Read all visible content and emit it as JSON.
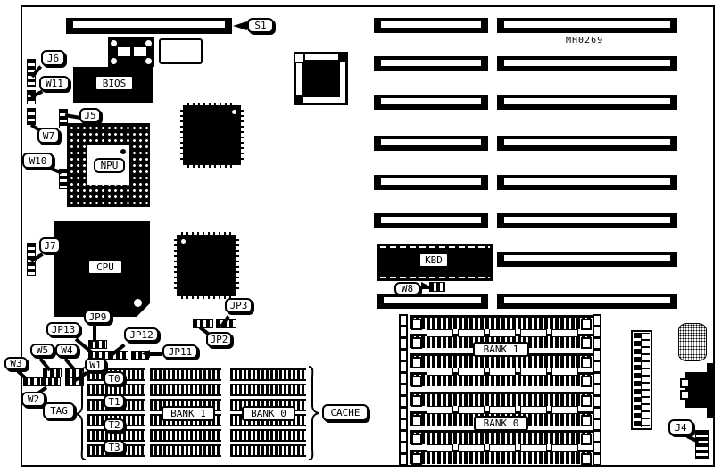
{
  "figure": {
    "part_number": "MH0269"
  },
  "labels": {
    "s1": "S1",
    "j6": "J6",
    "w11": "W11",
    "w7": "W7",
    "j5": "J5",
    "w10": "W10",
    "j7": "J7",
    "jp9": "JP9",
    "jp13": "JP13",
    "jp12": "JP12",
    "jp11": "JP11",
    "jp2": "JP2",
    "jp3": "JP3",
    "w5": "W5",
    "w4": "W4",
    "w3": "W3",
    "w2": "W2",
    "w1": "W1",
    "w8": "W8",
    "j4": "J4"
  },
  "chips": {
    "bios": "BIOS",
    "npu": "NPU",
    "cpu": "CPU",
    "kbd": "KBD"
  },
  "cache": {
    "tag": "TAG",
    "cache": "CACHE",
    "bank1": "BANK 1",
    "bank0": "BANK 0",
    "tags": [
      "T0",
      "T1",
      "T2",
      "T3"
    ]
  },
  "memory": {
    "bank1": "BANK 1",
    "bank0": "BANK 0"
  }
}
